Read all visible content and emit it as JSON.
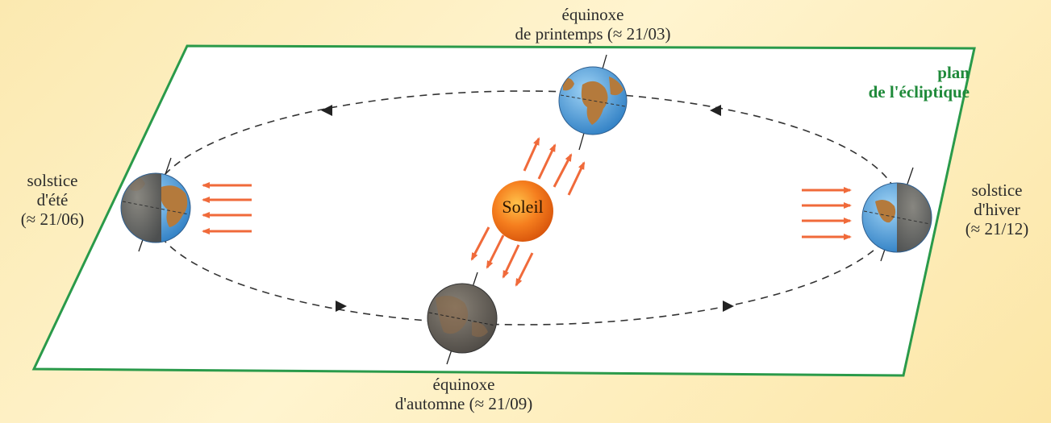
{
  "plane": {
    "title_line1": "plan",
    "title_line2": "de l'écliptique"
  },
  "sun": {
    "label": "Soleil"
  },
  "positions": {
    "spring": {
      "line1": "équinoxe",
      "line2": "de printemps (≈ 21/03)"
    },
    "summer": {
      "line1": "solstice",
      "line2": "d'été",
      "line3": "(≈ 21/06)"
    },
    "autumn": {
      "line1": "équinoxe",
      "line2": "d'automne (≈ 21/09)"
    },
    "winter": {
      "line1": "solstice",
      "line2": "d'hiver",
      "line3": "(≈ 21/12)"
    }
  },
  "colors": {
    "plane_fill": "#ffffff",
    "plane_border": "#2a9a4a",
    "sun": "#f07a1a",
    "rays": "#f06a3a",
    "ocean": "#4a9ad8",
    "land": "#b47a3c",
    "night": "#6a6a6a",
    "orbit": "#333333",
    "background": "#fbe9b0"
  }
}
